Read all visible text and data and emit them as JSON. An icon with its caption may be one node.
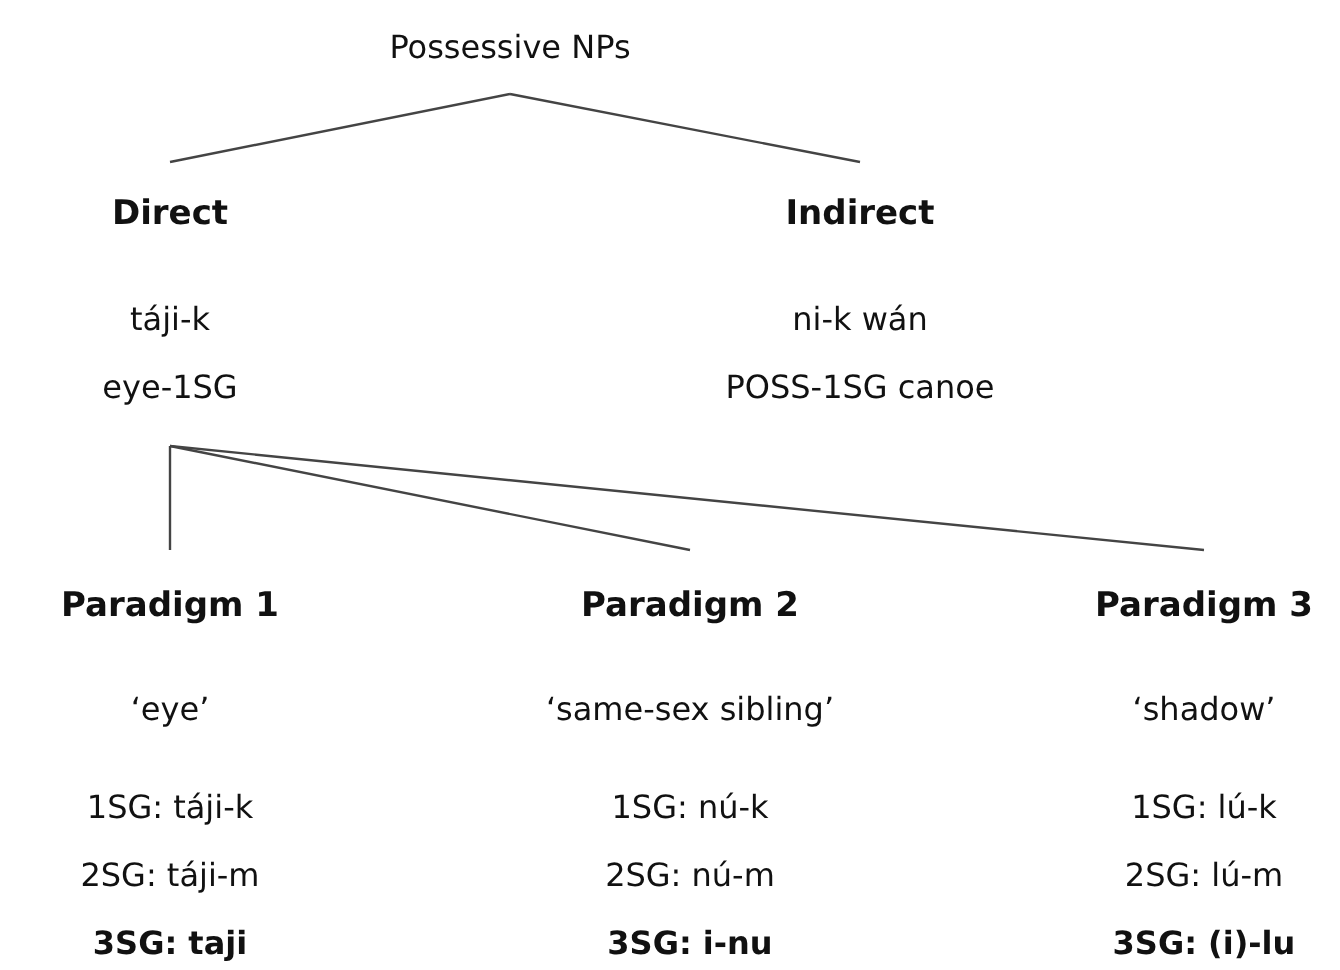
{
  "diagram": {
    "nodes": [
      {
        "text": [
          "Possessive NPs"
        ]
      },
      {
        "text": [
          "Direct",
          "táji-k",
          "eye-1SG"
        ]
      },
      {
        "text": [
          "Indirect",
          "ni-k wán",
          "POSS-1SG canoe"
        ]
      },
      {
        "text": [
          "Paradigm 1",
          "‘eye’",
          "1SG: táji-k",
          "2SG: táji-m",
          "3SG: taji"
        ]
      },
      {
        "text": [
          "Paradigm 2",
          "‘same-sex sibling’",
          "1SG: nú-k",
          "2SG: nú-m",
          "3SG: i-nu"
        ]
      },
      {
        "text": [
          "Paradigm 3",
          "‘shadow’",
          "1SG: lú-k",
          "2SG: lú-m",
          "3SG: (i)-lu"
        ]
      }
    ],
    "edges": [
      {
        "from": 0,
        "to": 1,
        "arrow": "none"
      },
      {
        "from": 0,
        "to": 2,
        "arrow": "none"
      },
      {
        "from": 1,
        "to": 3,
        "arrow": "none"
      },
      {
        "from": 1,
        "to": 4,
        "arrow": "none"
      },
      {
        "from": 1,
        "to": 5,
        "arrow": "none"
      }
    ]
  }
}
